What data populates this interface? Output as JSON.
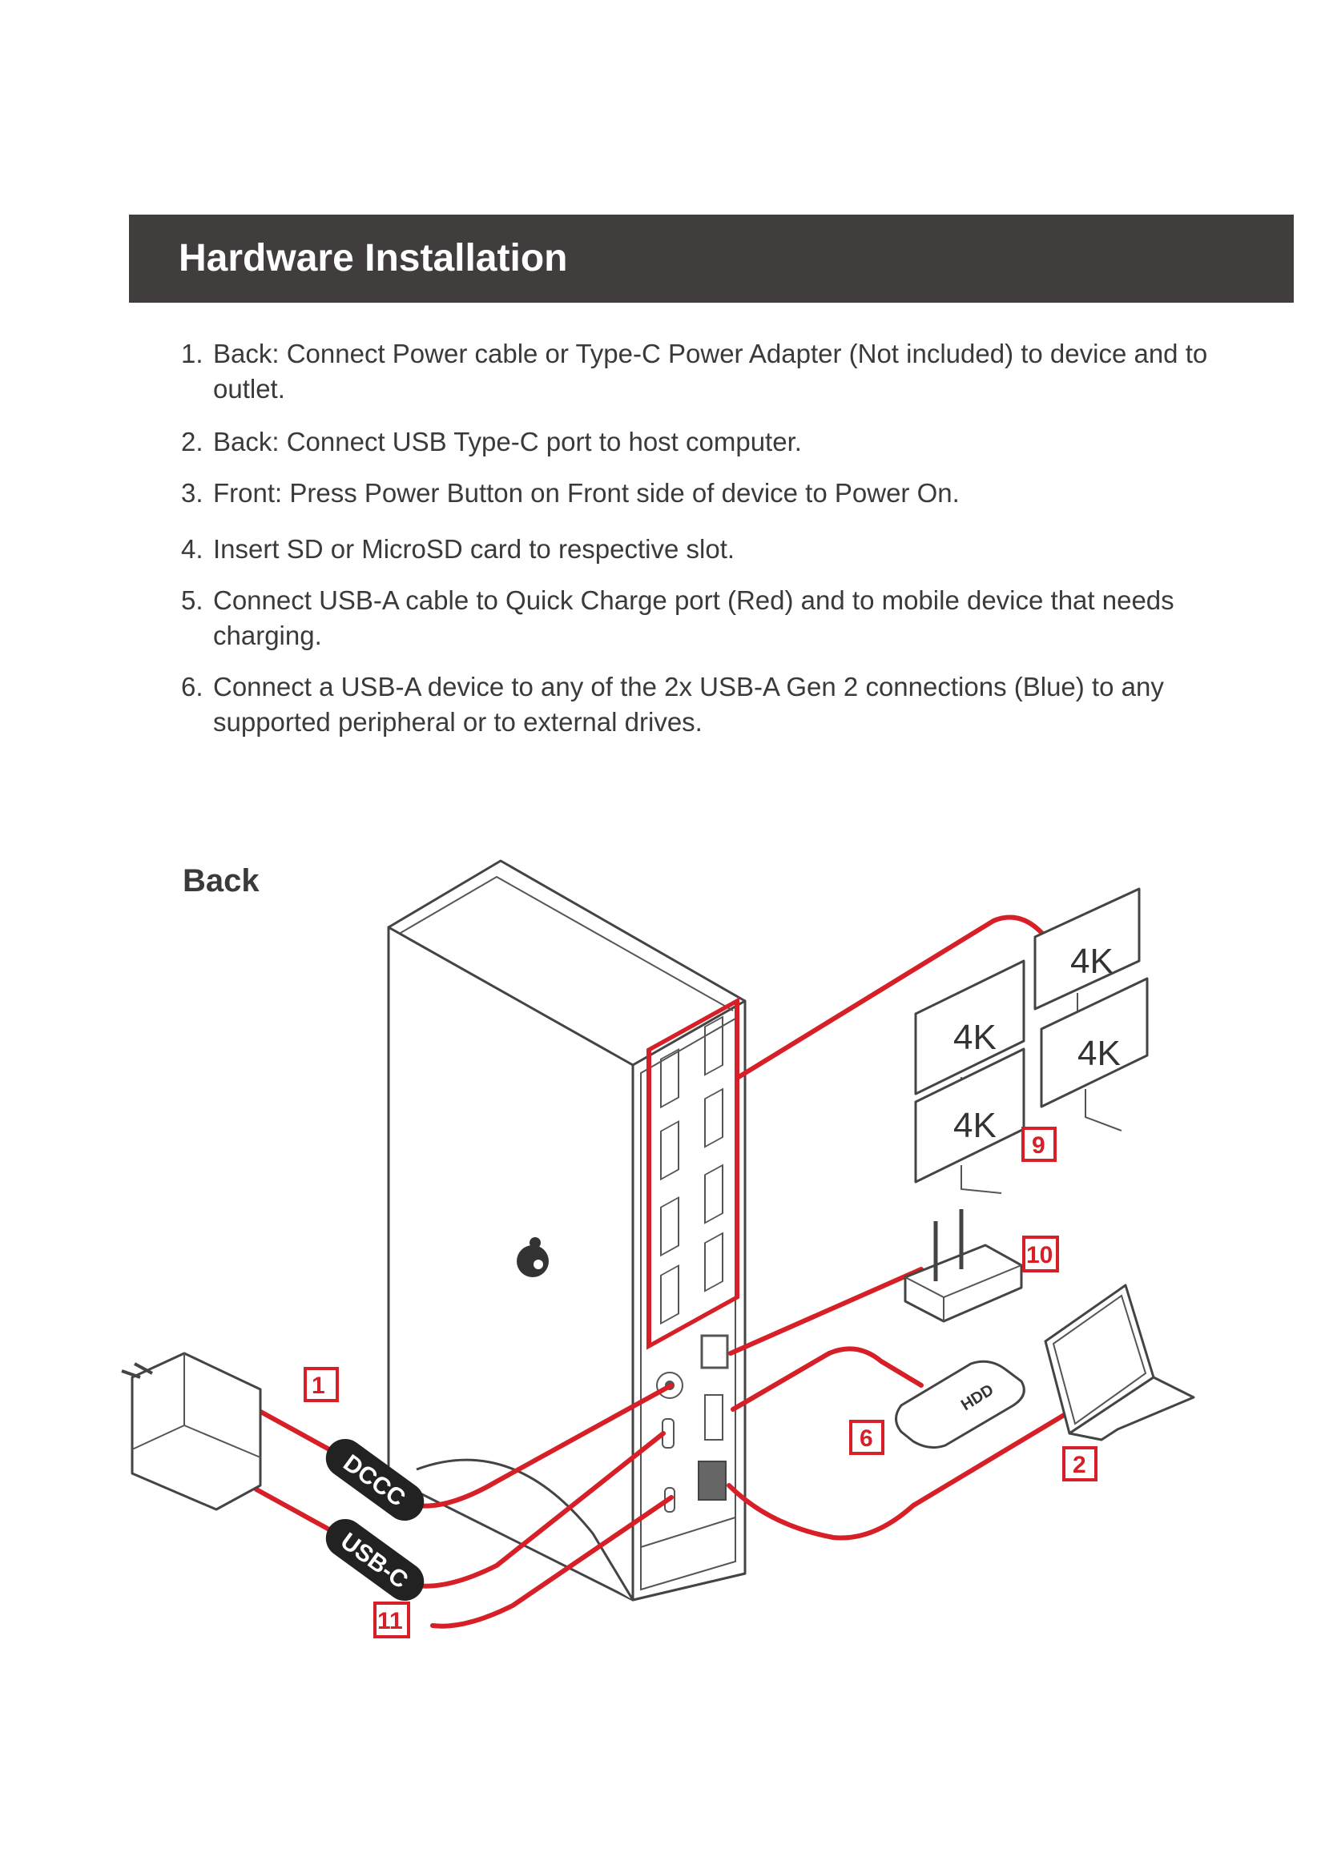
{
  "header": {
    "title": "Hardware Installation"
  },
  "steps": [
    {
      "num": "1.",
      "text": "Back: Connect Power cable or Type-C Power Adapter (Not included) to device and to outlet."
    },
    {
      "num": "2.",
      "text": "Back: Connect USB Type-C port to host computer."
    },
    {
      "num": "3.",
      "text": "Front: Press Power Button on Front side of device to Power On."
    },
    {
      "num": "4.",
      "text": "Insert SD or MicroSD card to respective slot."
    },
    {
      "num": "5.",
      "text": "Connect USB-A cable to Quick Charge port (Red) and to mobile device that needs charging."
    },
    {
      "num": "6.",
      "text": "Connect a USB-A device to any of the 2x USB-A Gen 2 connections (Blue) to any supported peripheral or to external drives."
    }
  ],
  "diagram": {
    "section_label": "Back",
    "monitor_labels": [
      "4K",
      "4K",
      "4K",
      "4K"
    ],
    "cable_tags": {
      "dc": "DCCC",
      "usbc": "USB-C"
    },
    "hdd_label": "HDD",
    "callouts": {
      "power": "1",
      "host": "2",
      "usb_a": "6",
      "displays": "9",
      "ethernet": "10",
      "audio": "11"
    },
    "colors": {
      "header_bg": "#403d3c",
      "cable_red": "#d61f26",
      "text": "#3a3a3a"
    }
  }
}
